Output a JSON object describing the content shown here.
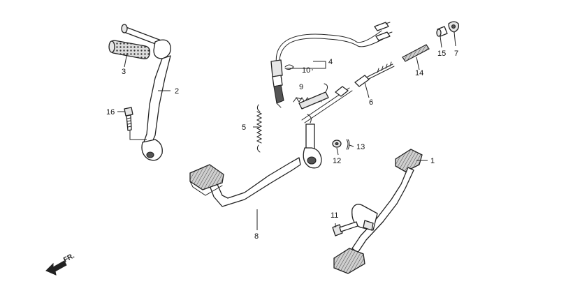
{
  "diagram": {
    "callouts": {
      "c1": "1",
      "c2": "2",
      "c3": "3",
      "c4": "4",
      "c5": "5",
      "c6": "6",
      "c7": "7",
      "c8": "8",
      "c9": "9",
      "c10": "10",
      "c11": "11",
      "c12": "12",
      "c13": "13",
      "c14": "14",
      "c15": "15",
      "c16": "16"
    },
    "direction_label": "FR."
  }
}
